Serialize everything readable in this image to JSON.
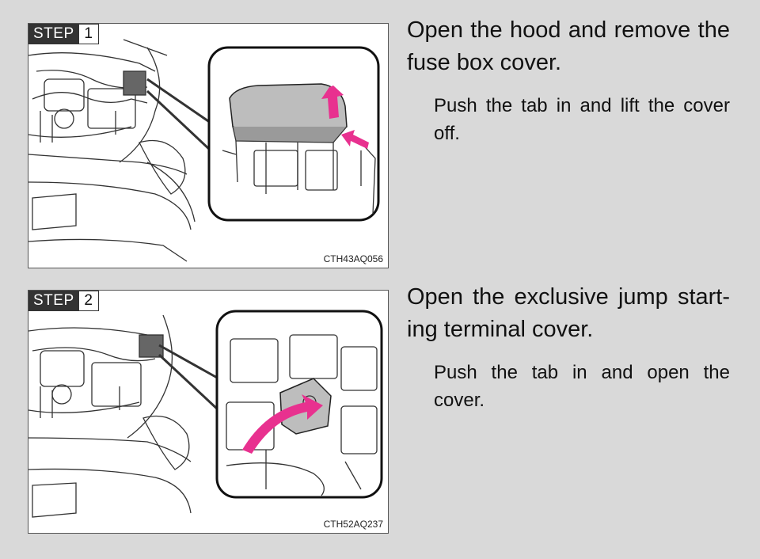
{
  "steps": [
    {
      "badge_word": "STEP",
      "badge_number": "1",
      "figure_code": "CTH43AQ056",
      "instruction": "Open the hood and remove the fuse box cover.",
      "detail": "Push the tab in and lift the cover off."
    },
    {
      "badge_word": "STEP",
      "badge_number": "2",
      "figure_code": "CTH52AQ237",
      "instruction": "Open the exclusive jump start-ing terminal cover.",
      "detail": "Push the tab in and open the cover."
    }
  ],
  "colors": {
    "page_background": "#d9d9d9",
    "arrow": "#e8318f",
    "badge": "#333333"
  }
}
